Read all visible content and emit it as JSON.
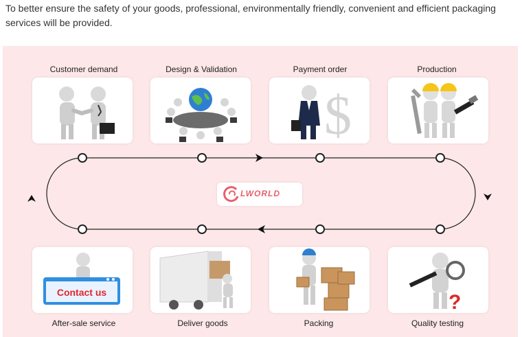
{
  "intro": "To better ensure the safety of your goods, professional, environmentally friendly, convenient and efficient packaging services will be provided.",
  "steps_top": [
    {
      "label": "Customer demand",
      "icon": "handshake-people-icon"
    },
    {
      "label": "Design & Validation",
      "icon": "globe-meeting-icon"
    },
    {
      "label": "Payment order",
      "icon": "dollar-payment-icon"
    },
    {
      "label": "Production",
      "icon": "workers-tools-icon"
    }
  ],
  "steps_bottom": [
    {
      "label": "After-sale service",
      "icon": "contact-us-icon"
    },
    {
      "label": "Deliver goods",
      "icon": "delivery-truck-icon"
    },
    {
      "label": "Packing",
      "icon": "packing-boxes-icon"
    },
    {
      "label": "Quality testing",
      "icon": "magnifier-inspection-icon"
    }
  ],
  "contact_sign": "Contact us",
  "logo": "LWORLD",
  "colors": {
    "panel": "#fde7e8",
    "accent": "#e3262b",
    "logo": "#e8606a",
    "line": "#222222"
  }
}
